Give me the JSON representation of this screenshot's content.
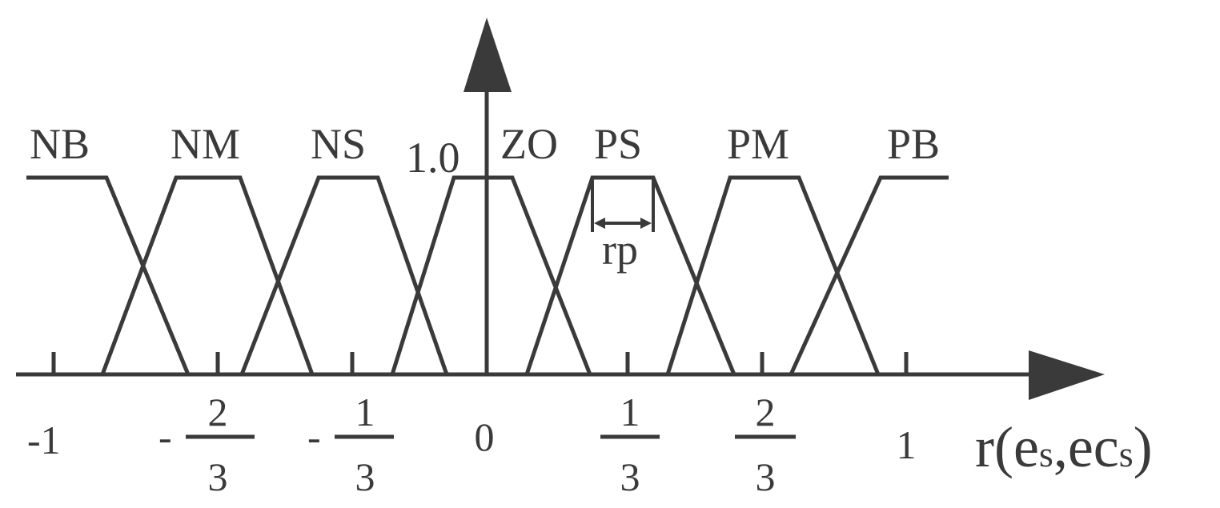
{
  "diagram": {
    "sets": [
      {
        "name": "NB"
      },
      {
        "name": "NM"
      },
      {
        "name": "NS"
      },
      {
        "name": "ZO"
      },
      {
        "name": "PS"
      },
      {
        "name": "PM"
      },
      {
        "name": "PB"
      }
    ],
    "peak_label": "1.0",
    "width_marker_label": "rp",
    "axis_label": {
      "r": "r(",
      "e": "e",
      "s1": "s",
      "comma": ",ec",
      "s2": "s",
      "close": ")"
    },
    "ticks": {
      "minus_one": "-1",
      "minus_two_thirds": {
        "sign": "-",
        "num": "2",
        "den": "3"
      },
      "minus_one_third": {
        "sign": "-",
        "num": "1",
        "den": "3"
      },
      "zero": "0",
      "one_third": {
        "num": "1",
        "den": "3"
      },
      "two_thirds": {
        "num": "2",
        "den": "3"
      },
      "one": "1"
    },
    "colors": {
      "stroke": "#3a3a3a",
      "background": "#ffffff"
    }
  }
}
